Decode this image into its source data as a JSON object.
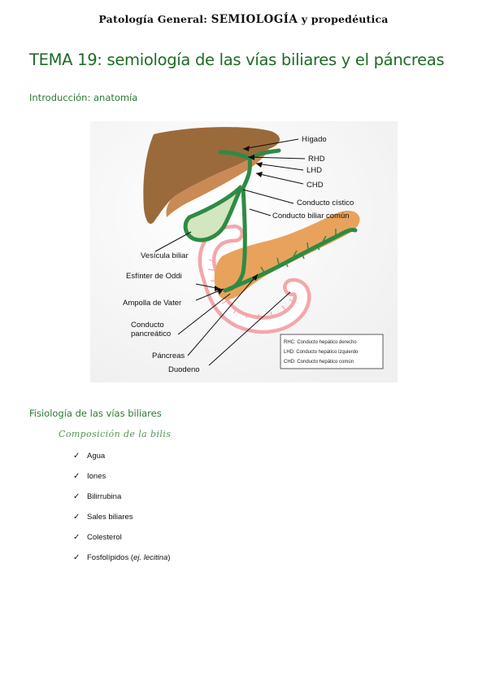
{
  "header": {
    "prefix": "Patología General: ",
    "emphasis": "SEMIOLOGÍA",
    "suffix": " y propedéutica"
  },
  "title": "TEMA 19: semiología de las vías biliares y el páncreas",
  "intro_heading": "Introducción: anatomía",
  "figure": {
    "labels": {
      "higado": "Hígado",
      "rhd": "RHD",
      "lhd": "LHD",
      "chd": "CHD",
      "conducto_cistico": "Conducto cístico",
      "conducto_biliar_comun": "Conducto biliar común",
      "vesicula_biliar": "Vesícula biliar",
      "esfinter_oddi": "Esfínter de Oddi",
      "ampolla_vater": "Ampolla de Vater",
      "conducto_pancreatico_1": "Conducto",
      "conducto_pancreatico_2": "pancreático",
      "pancreas": "Páncreas",
      "duodeno": "Duodeno"
    },
    "legend": [
      "RHC: Conducto hepático derecho",
      "LHD: Conducto hepático izquierdo",
      "CHD: Conducto hepático común"
    ],
    "colors": {
      "liver": "#9b6a3b",
      "liver_shadow": "#c98a55",
      "gallbladder": "#d2e6bf",
      "duct": "#2e8b44",
      "pancreas": "#e9a25c",
      "duodenum": "#f3a7ab"
    }
  },
  "physiology_heading": "Fisiología de las vías biliares",
  "bile_heading": "Composición de la bilis",
  "bile_components": [
    {
      "text": "Agua"
    },
    {
      "text": "Iones"
    },
    {
      "text": "Bilirrubina"
    },
    {
      "text": "Sales biliares"
    },
    {
      "text": "Colesterol"
    },
    {
      "text": "Fosfolípidos (",
      "italic": "ej. lecitina",
      "after": ")"
    }
  ],
  "check_glyph": "✓"
}
